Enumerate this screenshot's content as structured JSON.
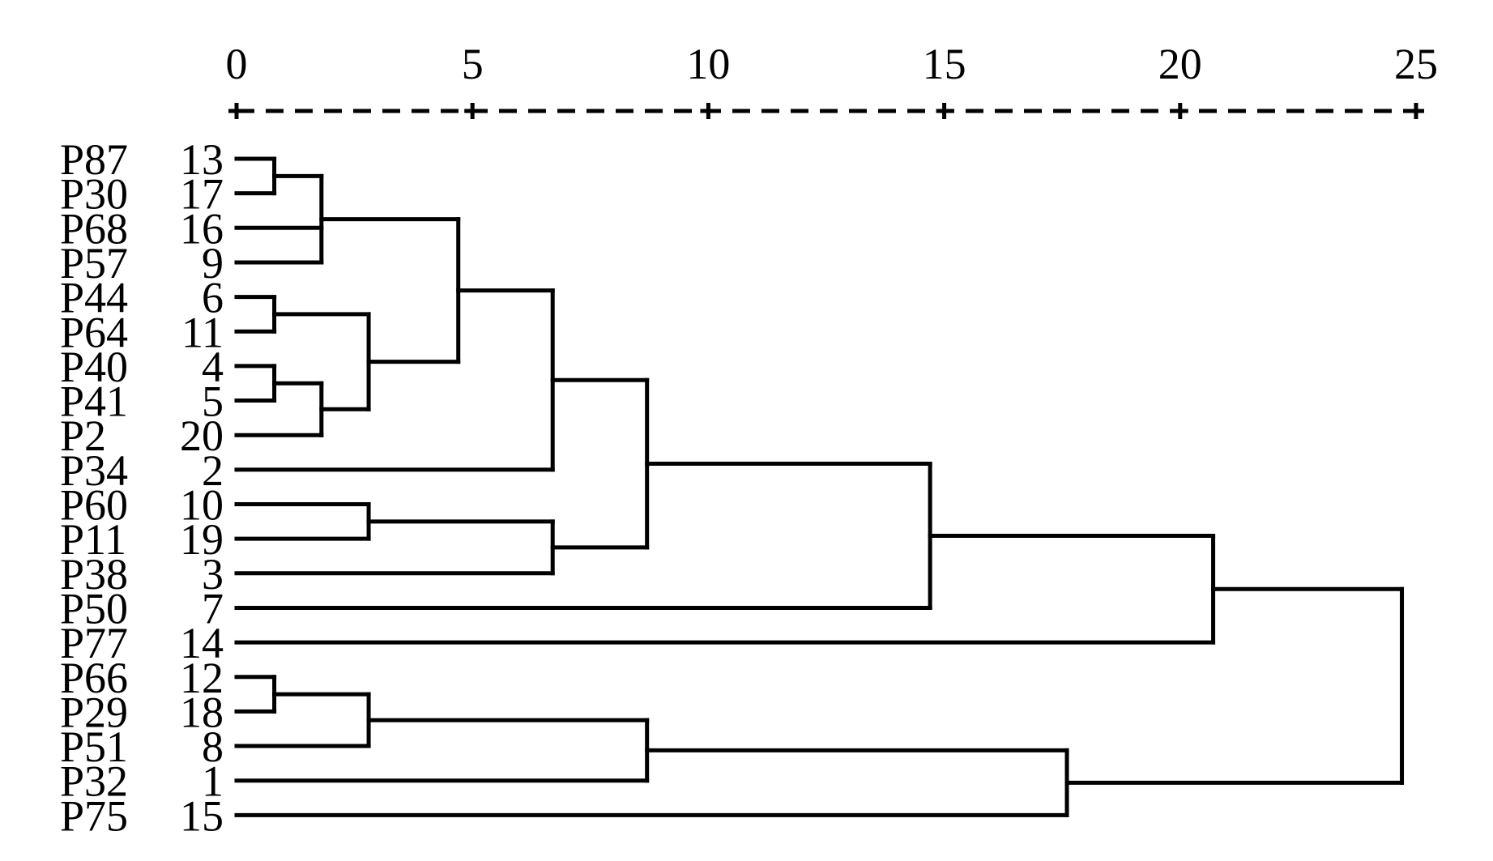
{
  "dendrogram": {
    "axis": {
      "min": 0,
      "max": 25,
      "ticks": [
        "0",
        "5",
        "10",
        "15",
        "20",
        "25"
      ]
    },
    "leaves": [
      {
        "name": "P87",
        "id": "13"
      },
      {
        "name": "P30",
        "id": "17"
      },
      {
        "name": "P68",
        "id": "16"
      },
      {
        "name": "P57",
        "id": "9"
      },
      {
        "name": "P44",
        "id": "6"
      },
      {
        "name": "P64",
        "id": "11"
      },
      {
        "name": "P40",
        "id": "4"
      },
      {
        "name": "P41",
        "id": "5"
      },
      {
        "name": "P2",
        "id": "20"
      },
      {
        "name": "P34",
        "id": "2"
      },
      {
        "name": "P60",
        "id": "10"
      },
      {
        "name": "P11",
        "id": "19"
      },
      {
        "name": "P38",
        "id": "3"
      },
      {
        "name": "P50",
        "id": "7"
      },
      {
        "name": "P77",
        "id": "14"
      },
      {
        "name": "P66",
        "id": "12"
      },
      {
        "name": "P29",
        "id": "18"
      },
      {
        "name": "P51",
        "id": "8"
      },
      {
        "name": "P32",
        "id": "1"
      },
      {
        "name": "P75",
        "id": "15"
      }
    ],
    "merges": [
      {
        "children": [
          0,
          1
        ],
        "distance": 0.8
      },
      {
        "children": [
          4,
          5
        ],
        "distance": 0.8
      },
      {
        "children": [
          6,
          7
        ],
        "distance": 0.8
      },
      {
        "children": [
          15,
          16
        ],
        "distance": 0.8
      },
      {
        "children": [
          "m0",
          2,
          3
        ],
        "distance": 1.8
      },
      {
        "children": [
          "m2",
          8
        ],
        "distance": 1.8
      },
      {
        "children": [
          10,
          11
        ],
        "distance": 2.8
      },
      {
        "children": [
          "m1",
          "m5"
        ],
        "distance": 2.8
      },
      {
        "children": [
          "m3",
          17
        ],
        "distance": 2.8
      },
      {
        "children": [
          "m4",
          "m7"
        ],
        "distance": 4.7
      },
      {
        "children": [
          "m9",
          9
        ],
        "distance": 6.7
      },
      {
        "children": [
          "m6",
          12
        ],
        "distance": 6.7
      },
      {
        "children": [
          "m10",
          "m11"
        ],
        "distance": 8.7
      },
      {
        "children": [
          "m8",
          18
        ],
        "distance": 8.7
      },
      {
        "children": [
          "m12",
          13
        ],
        "distance": 14.7
      },
      {
        "children": [
          "m13",
          19
        ],
        "distance": 17.6
      },
      {
        "children": [
          "m14",
          14
        ],
        "distance": 20.7
      },
      {
        "children": [
          "m16",
          "m15"
        ],
        "distance": 24.7
      }
    ]
  }
}
